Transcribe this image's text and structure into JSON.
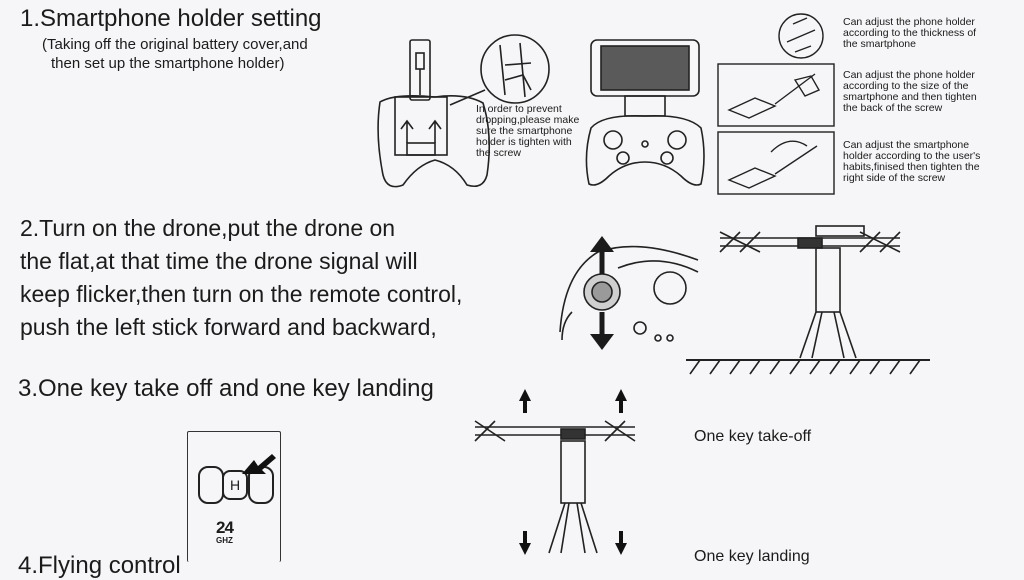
{
  "section1": {
    "heading": "1.Smartphone holder setting",
    "sub_line1": "(Taking off the original battery cover,and",
    "sub_line2": "then set up the smartphone holder)",
    "callout": [
      "In order to prevent",
      "dropping,please make",
      "sure the smartphone",
      "holder is tighten with",
      "the screw"
    ],
    "notes": [
      [
        "Can adjust the phone holder",
        "according to the thickness of",
        "the smartphone"
      ],
      [
        "Can adjust the phone holder",
        "according to the size of the",
        "smartphone and then tighten",
        "the back of the screw"
      ],
      [
        "Can adjust the smartphone",
        "holder according to the user's",
        "habits,finised then tighten the",
        "right side of the screw"
      ]
    ]
  },
  "section2": {
    "lines": [
      "2.Turn on the drone,put the drone on",
      "the flat,at that time the drone signal will",
      "keep flicker,then turn on the remote control,",
      "push the left stick forward and backward,"
    ]
  },
  "section3": {
    "heading": "3.One key take off and one key landing",
    "takeoff_label": "One key take-off",
    "landing_label": "One key landing",
    "button_letter": "H",
    "band_number": "24",
    "band_unit": "GHZ"
  },
  "section4": {
    "heading": "4.Flying control"
  }
}
